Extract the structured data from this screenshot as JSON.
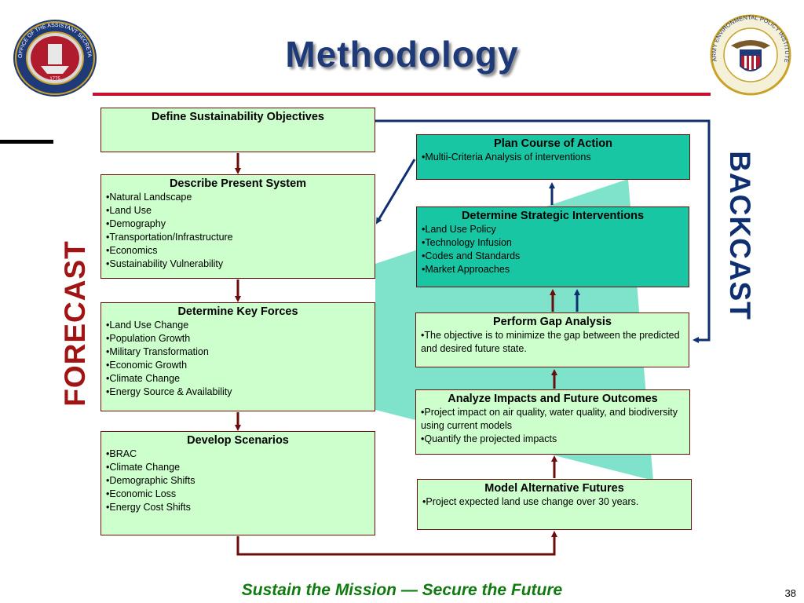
{
  "title": "Methodology",
  "footer": "Sustain the Mission — Secure the Future",
  "page_number": "38",
  "side_labels": {
    "forecast": "FORECAST",
    "backcast": "BACKCAST"
  },
  "seal_left": {
    "text": "OFFICE OF THE ASSISTANT SECRETARY OF THE ARMY",
    "year": "1775"
  },
  "seal_right": {
    "text": "ARMY ENVIRONMENTAL POLICY INSTITUTE"
  },
  "colors": {
    "title": "#1f3a78",
    "rule": "#c8102e",
    "box_green": "#ccffcc",
    "box_teal": "#19c6a3",
    "forecast": "#a01414",
    "backcast": "#0f2f70",
    "footer": "#107a10",
    "triangle": "#7fe3cc"
  },
  "boxes": {
    "define": {
      "title": "Define Sustainability Objectives"
    },
    "describe": {
      "title": "Describe Present System",
      "items": [
        "Natural Landscape",
        "Land Use",
        "Demography",
        "Transportation/Infrastructure",
        "Economics",
        "Sustainability Vulnerability"
      ]
    },
    "key_forces": {
      "title": "Determine Key Forces",
      "items": [
        "Land Use Change",
        "Population Growth",
        "Military Transformation",
        "Economic Growth",
        "Climate Change",
        "Energy Source & Availability"
      ]
    },
    "scenarios": {
      "title": "Develop Scenarios",
      "items": [
        "BRAC",
        "Climate Change",
        "Demographic Shifts",
        "Economic Loss",
        "Energy Cost Shifts"
      ]
    },
    "plan": {
      "title": "Plan Course of Action",
      "items": [
        "Multii-Criteria Analysis of interventions"
      ]
    },
    "interventions": {
      "title": "Determine Strategic Interventions",
      "items": [
        "Land Use Policy",
        "Technology Infusion",
        "Codes and Standards",
        "Market Approaches"
      ]
    },
    "gap": {
      "title": "Perform Gap Analysis",
      "items": [
        "The objective is to minimize the gap between the predicted and desired future state."
      ]
    },
    "impacts": {
      "title": "Analyze Impacts and Future Outcomes",
      "items": [
        "Project impact on air quality, water quality, and biodiversity using current models",
        "Quantify the projected impacts"
      ]
    },
    "model": {
      "title": "Model Alternative Futures",
      "items": [
        "Project expected land use change over 30 years."
      ]
    }
  }
}
